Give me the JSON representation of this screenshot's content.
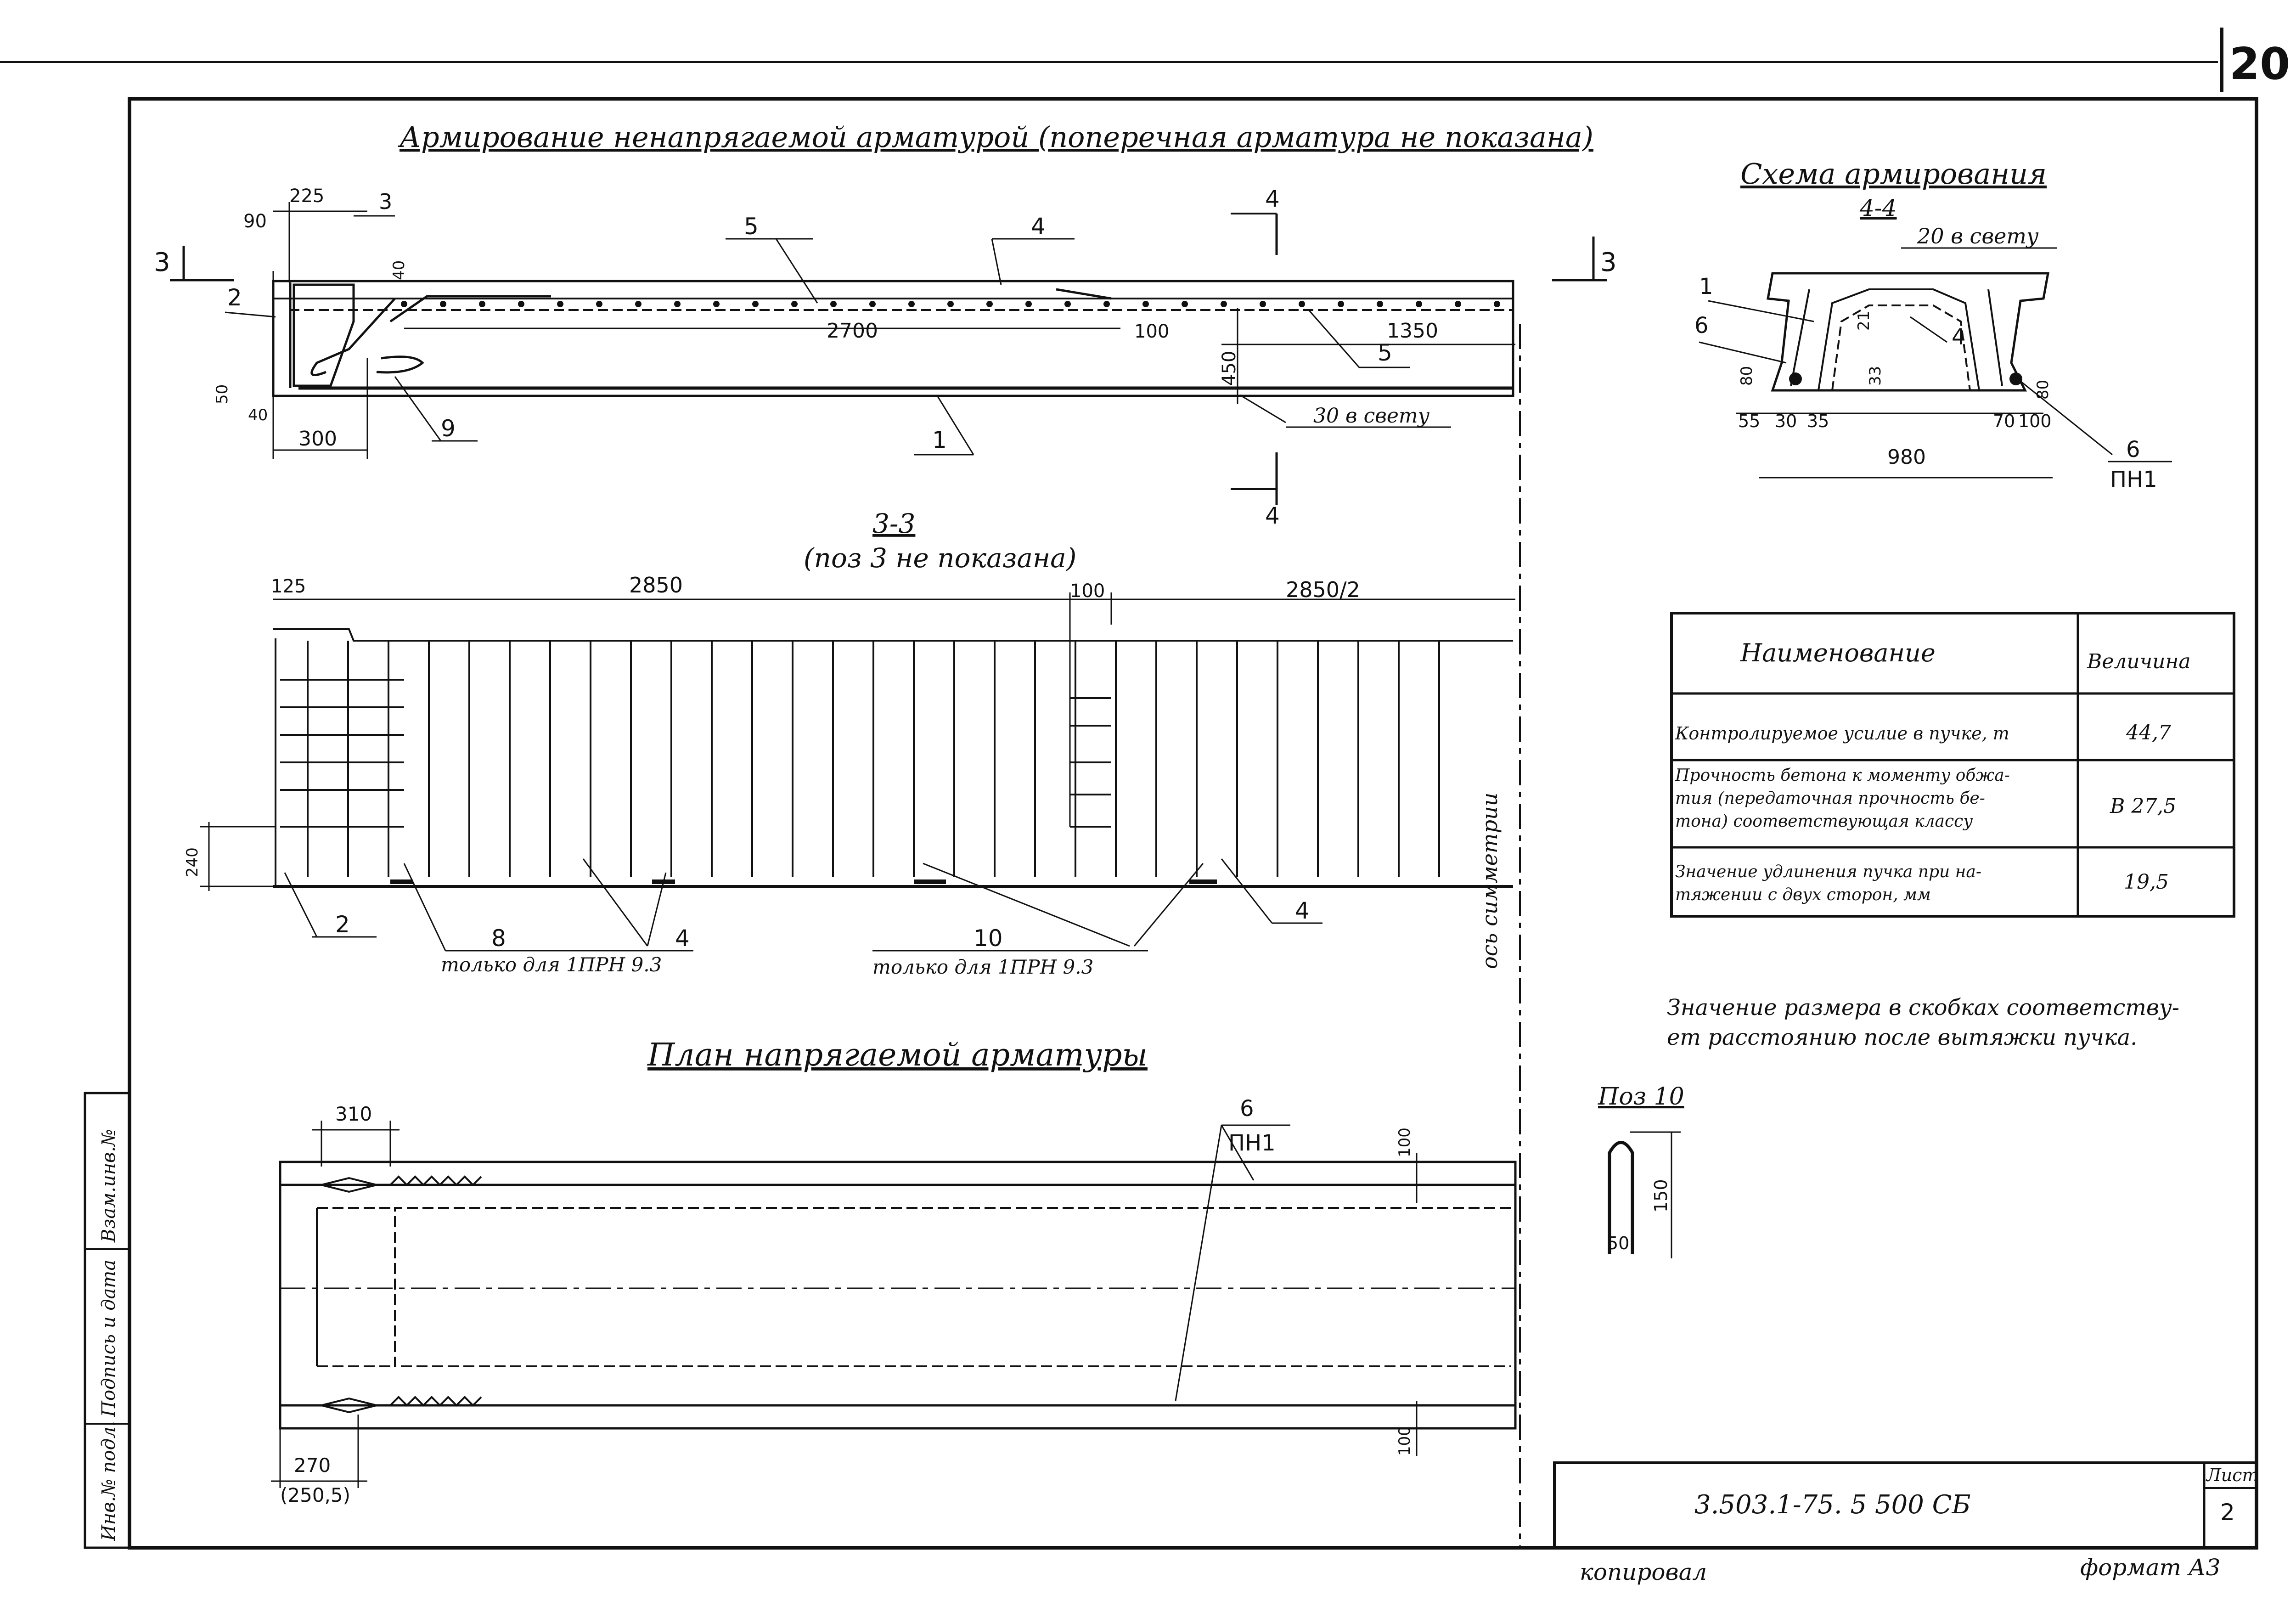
{
  "sheet": {
    "corner_number": "20",
    "title_main": "Армирование ненапрягаемой арматурой (поперечная арматура не показана)",
    "title_schema": "Схема армирования",
    "title_schema_section": "4-4",
    "title_section": "3-3",
    "title_section_note": "(поз 3 не показана)",
    "title_plan": "План напрягаемой арматуры",
    "code": "3.503.1-75. 5 500 СБ",
    "sheet_label": "Лист",
    "sheet_number": "2",
    "copied": "копировал",
    "format": "формат А3",
    "note": [
      "Значение размера в скобках соответству-",
      "ет расстоянию после вытяжки пучка."
    ],
    "pos10_title": "Поз 10",
    "side_stamp": [
      "Инв.№ подл.",
      "Подпись и дата",
      "Взам.инв.№"
    ]
  },
  "table": {
    "header_name": "Наименование",
    "header_value": "Величина",
    "rows": [
      {
        "name_lines": [
          "Контролируемое усилие в пучке, т"
        ],
        "value": "44,7"
      },
      {
        "name_lines": [
          "Прочность бетона к моменту обжа-",
          "тия (передаточная прочность бе-",
          "тона) соответствующая классу"
        ],
        "value": "В 27,5"
      },
      {
        "name_lines": [
          "Значение удлинения пучка при на-",
          "тяжении с двух сторон, мм"
        ],
        "value": "19,5"
      }
    ]
  },
  "elevation": {
    "dims": {
      "d225": "225",
      "d90": "90",
      "d40": "40",
      "d2700": "2700",
      "d100": "100",
      "d1350": "1350",
      "d450": "450",
      "d50": "50",
      "d40b": "40",
      "d300": "300",
      "gap": "30 в свету"
    },
    "labels": {
      "p3": "3",
      "p4": "4",
      "p5": "5",
      "p2": "2",
      "p5b": "5",
      "p9": "9",
      "p1": "1",
      "cut3": "3",
      "cut3r": "3",
      "cut4": "4",
      "cut4b": "4"
    }
  },
  "schema": {
    "dims": {
      "gap": "20 в свету",
      "d21": "21",
      "d33": "33",
      "d80a": "80",
      "d80b": "80",
      "d55": "55",
      "d30": "30",
      "d35": "35",
      "d70": "70",
      "d100": "100",
      "d980": "980"
    },
    "labels": {
      "p1": "1",
      "p6": "6",
      "p4": "4",
      "p6b": "6",
      "pn1": "ПН1"
    }
  },
  "section": {
    "dims": {
      "d125": "125",
      "d2850": "2850",
      "d100": "100",
      "d2850h": "2850/2",
      "d240": "240"
    },
    "labels": {
      "p2": "2",
      "p8": "8",
      "p4": "4",
      "p4b": "4",
      "p10": "10",
      "only1": "только для 1ПРН 9.3",
      "only2": "только для 1ПРН 9.3",
      "axis": "ось симметрии"
    }
  },
  "plan": {
    "dims": {
      "d310": "310",
      "d100a": "100",
      "d100b": "100",
      "d270": "270",
      "d2505": "(250,5)"
    },
    "labels": {
      "p6": "6",
      "pn1": "ПН1"
    }
  }
}
